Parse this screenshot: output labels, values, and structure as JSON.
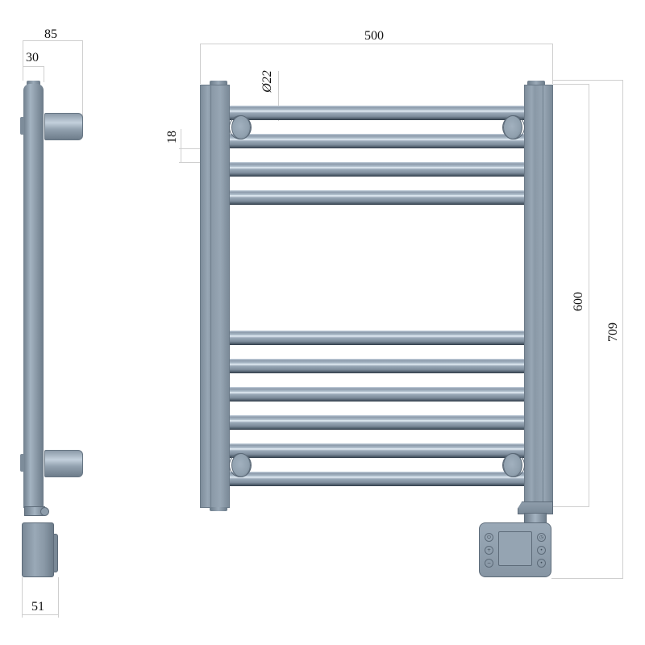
{
  "drawing": {
    "type": "electric towel radiator technical drawing",
    "views": [
      "side",
      "front"
    ],
    "color_body": "#8c9baa",
    "color_dimension_lines": "#cfcfcf"
  },
  "side_view": {
    "dimensions": {
      "overall_depth": "85",
      "pipe_width": "30",
      "control_box_depth": "51"
    }
  },
  "front_view": {
    "dimensions": {
      "width": "500",
      "rail_diameter": "Ø22",
      "rail_gap": "18",
      "pipe_height": "600",
      "total_height": "709"
    },
    "rails": {
      "top_group_count": 4,
      "bottom_group_count": 6
    },
    "control_unit": {
      "buttons_left": [
        "power-icon",
        "plus-icon",
        "minus-icon"
      ],
      "buttons_right": [
        "timer-icon",
        "set-icon",
        "mode-icon"
      ]
    }
  }
}
